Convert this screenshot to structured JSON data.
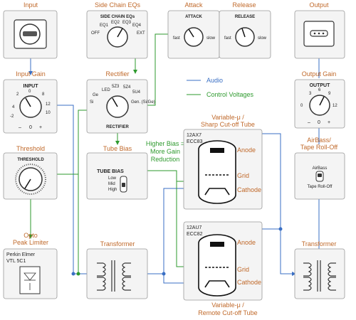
{
  "blocks": {
    "input": "Input",
    "sidechain": "Side Chain EQs",
    "attack": "Attack",
    "release": "Release",
    "output": "Output",
    "input_gain": "Input Gain",
    "rectifier": "Rectifier",
    "output_gain": "Output Gain",
    "threshold": "Threshold",
    "tube_bias": "Tube Bias",
    "airbass_1": "AirBass/",
    "airbass_2": "Tape Roll-Off",
    "opto_1": "Opto",
    "opto_2": "Peak Limiter",
    "transformer_left": "Transformer",
    "transformer_right": "Transformer",
    "varmu_sharp_1": "Variable-μ /",
    "varmu_sharp_2": "Sharp Cut-off Tube",
    "varmu_remote_1": "Variable-μ /",
    "varmu_remote_2": "Remote Cut-off Tube"
  },
  "legend": {
    "audio": "Audio",
    "control": "Control Voltages"
  },
  "bias_note": [
    "Higher Bias =",
    "More Gain",
    "Reduction"
  ],
  "panels": {
    "sidechain": {
      "title": "SIDE CHAIN EQs",
      "ticks": [
        "OFF",
        "EQ1",
        "EQ2",
        "EQ3",
        "EQ4",
        "EXT"
      ]
    },
    "attack": {
      "title": "ATTACK",
      "left": "fast",
      "right": "slow"
    },
    "release": {
      "title": "RELEASE",
      "left": "fast",
      "right": "slow"
    },
    "input_gain": {
      "title": "INPUT",
      "ticks": [
        "0",
        "4",
        "8",
        "12",
        "2",
        "-2",
        "10"
      ],
      "minus": "–",
      "zero": "0",
      "plus": "+"
    },
    "output_gain": {
      "title": "OUTPUT",
      "ticks": [
        "3",
        "6",
        "9",
        "0",
        "12"
      ],
      "minus": "–",
      "zero": "0",
      "plus": "+"
    },
    "rectifier": {
      "title": "RECTIFIER",
      "ticks": [
        "Si",
        "LED",
        "Ge",
        "5Z3",
        "5Z4",
        "5U4",
        "Gen. (Si/Ge)"
      ]
    },
    "threshold": {
      "title": "THRESHOLD"
    },
    "tube_bias": {
      "title": "TUBE BIAS",
      "opts": [
        "Low",
        "Mid",
        "High"
      ]
    },
    "airbass": {
      "top": "AirBass",
      "bottom": "Tape Roll-Off"
    },
    "opto": {
      "line1": "Perkin Elmer",
      "line2": "VTL 5C1"
    }
  },
  "tubes": {
    "sharp": {
      "model1": "12AX7",
      "model2": "ECC83",
      "anode": "Anode",
      "grid": "Grid",
      "cathode": "Cathode"
    },
    "remote": {
      "model1": "12AU7",
      "model2": "ECC82",
      "anode": "Anode",
      "grid": "Grid",
      "cathode": "Cathode"
    }
  },
  "colors": {
    "audio": "#3a6fc4",
    "control": "#2e9a2e",
    "label": "#c0692a"
  }
}
